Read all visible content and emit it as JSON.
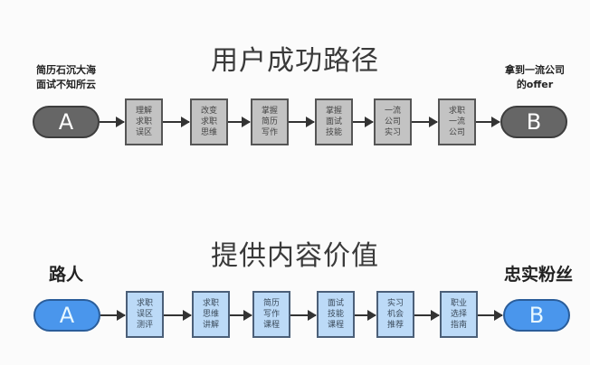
{
  "top": {
    "title": "用户成功路径",
    "start_label": [
      "简历石沉大海",
      "面试不知所云"
    ],
    "end_label": [
      "拿到一流公司",
      "的offer"
    ],
    "start_node": "A",
    "end_node": "B",
    "steps": [
      [
        "理解",
        "求职",
        "误区"
      ],
      [
        "改变",
        "求职",
        "思维"
      ],
      [
        "掌握",
        "简历",
        "写作"
      ],
      [
        "掌握",
        "面试",
        "技能"
      ],
      [
        "一流",
        "公司",
        "实习"
      ],
      [
        "求职",
        "一流",
        "公司"
      ]
    ],
    "colors": {
      "node_fill": "#666666",
      "step_fill": "#c3c3c3"
    }
  },
  "bottom": {
    "title": "提供内容价值",
    "start_label": "路人",
    "end_label": "忠实粉丝",
    "start_node": "A",
    "end_node": "B",
    "steps": [
      [
        "求职",
        "误区",
        "测评"
      ],
      [
        "求职",
        "思维",
        "讲解"
      ],
      [
        "简历",
        "写作",
        "课程"
      ],
      [
        "面试",
        "技能",
        "课程"
      ],
      [
        "实习",
        "机会",
        "推荐"
      ],
      [
        "职业",
        "选择",
        "指南"
      ]
    ],
    "colors": {
      "node_fill": "#4a96ec",
      "step_fill": "#bcdaf7"
    }
  }
}
